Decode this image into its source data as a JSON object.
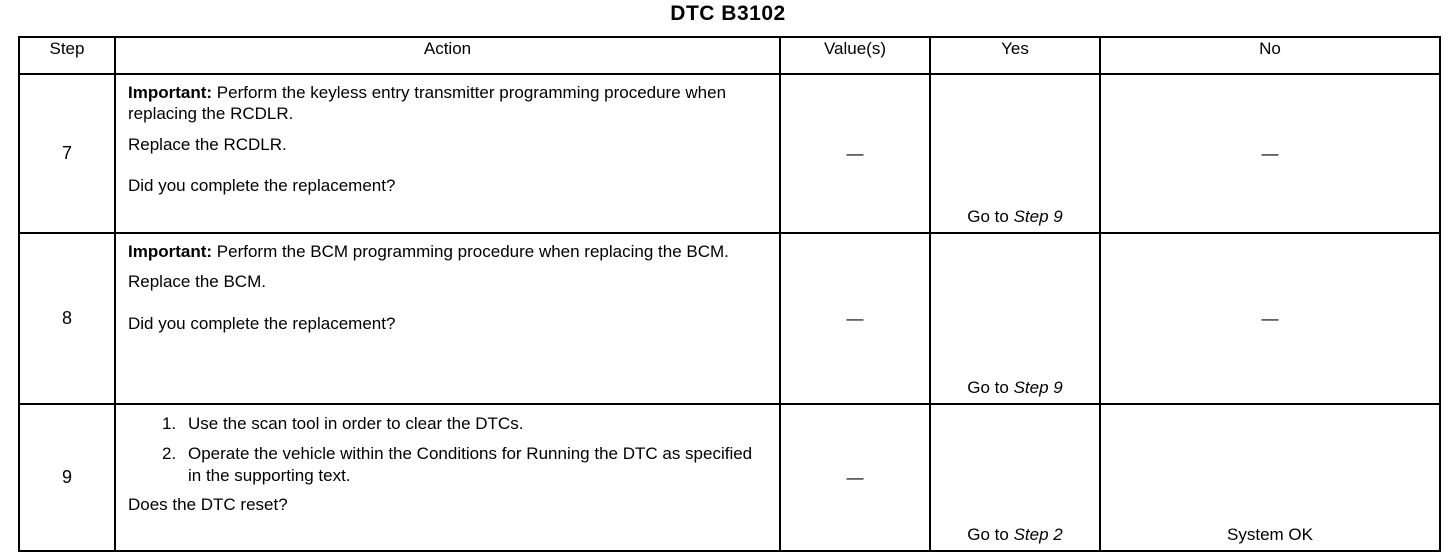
{
  "document": {
    "title": "DTC B3102"
  },
  "table": {
    "headers": {
      "step": "Step",
      "action": "Action",
      "value": "Value(s)",
      "yes": "Yes",
      "no": "No"
    },
    "rows": [
      {
        "step": "7",
        "action": {
          "important_label": "Important:",
          "important_text": " Perform the keyless entry transmitter programming procedure when replacing the RCDLR.",
          "instruction": "Replace the RCDLR.",
          "question": "Did you complete the replacement?"
        },
        "value": "—",
        "yes_prefix": "Go to ",
        "yes_ref": "Step 9",
        "no": "—"
      },
      {
        "step": "8",
        "action": {
          "important_label": "Important:",
          "important_text": " Perform the BCM programming procedure when replacing the BCM.",
          "instruction": "Replace the BCM.",
          "question": "Did you complete the replacement?"
        },
        "value": "—",
        "yes_prefix": "Go to ",
        "yes_ref": "Step 9",
        "no": "—"
      },
      {
        "step": "9",
        "action": {
          "list": [
            "Use the scan tool in order to clear the DTCs.",
            "Operate the vehicle within the Conditions for Running the DTC as specified in the supporting text."
          ],
          "question": "Does the DTC reset?"
        },
        "value": "—",
        "yes_prefix": "Go to ",
        "yes_ref": "Step 2",
        "no": "System OK"
      }
    ]
  }
}
